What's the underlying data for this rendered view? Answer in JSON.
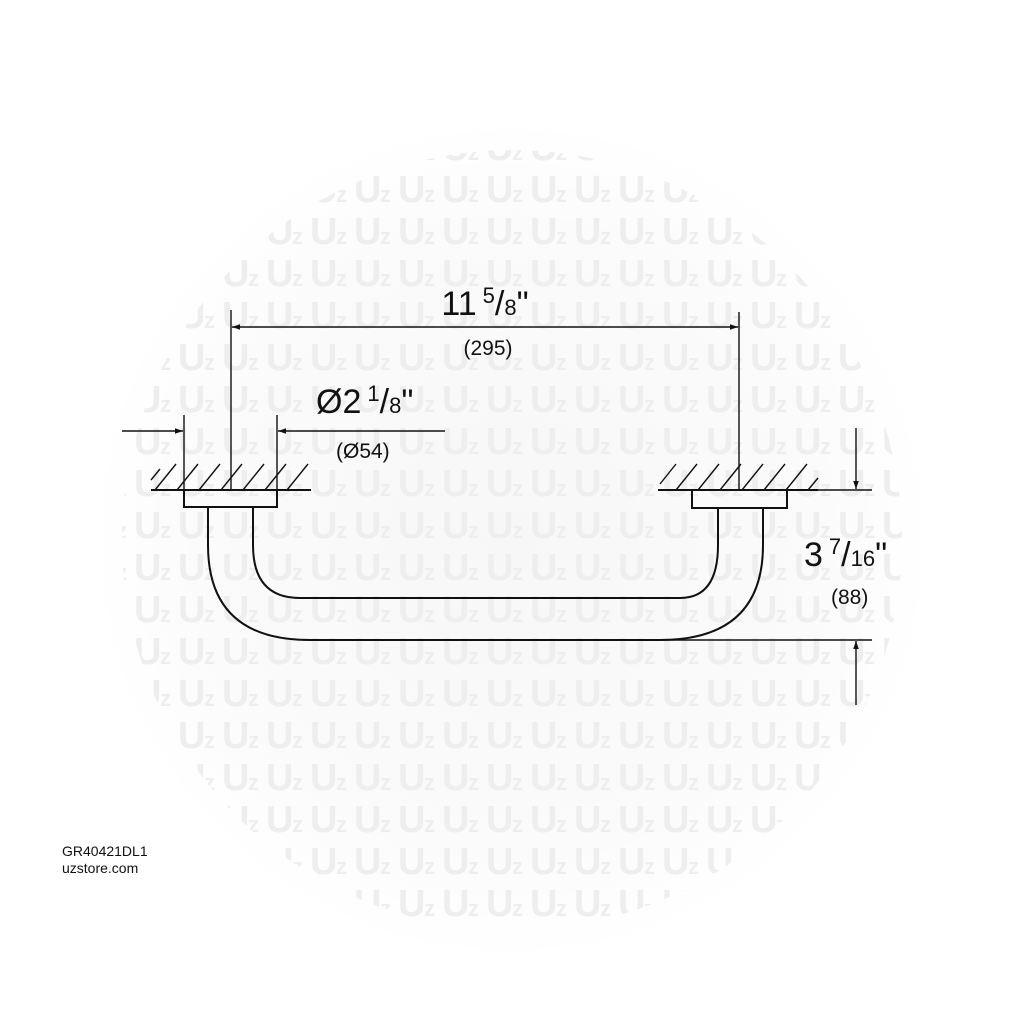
{
  "watermark": "UZ",
  "dimensions": {
    "length": {
      "whole": "11",
      "num": "5",
      "den": "8",
      "unit": "\"",
      "metric": "(295)"
    },
    "diameter": {
      "prefix": "Ø2",
      "num": "1",
      "den": "8",
      "unit": "\"",
      "metric": "(Ø54)"
    },
    "projection": {
      "whole": "3",
      "num": "7",
      "den": "16",
      "unit": "\"",
      "metric": "(88)"
    }
  },
  "caption": {
    "code": "GR40421DL1",
    "site": "uzstore.com"
  },
  "colors": {
    "line": "#111111",
    "watermark": "#eeeeee"
  }
}
